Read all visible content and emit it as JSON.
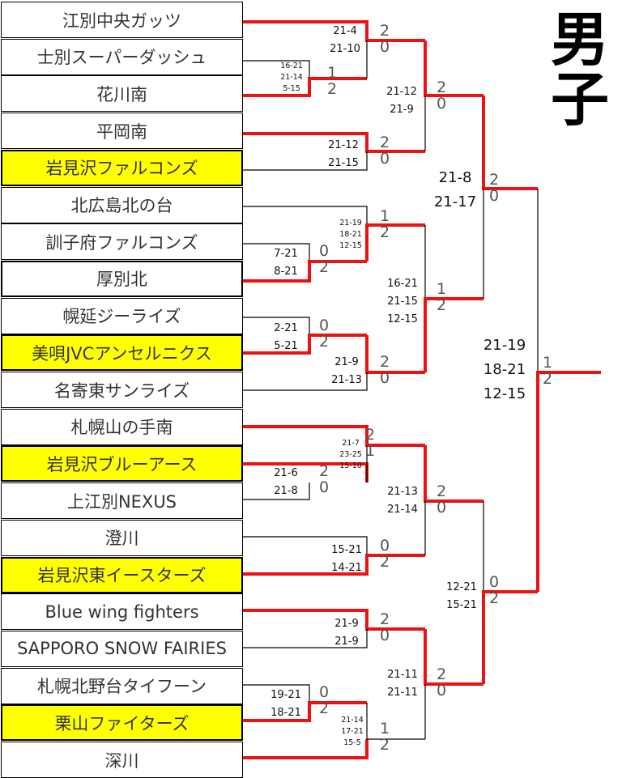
{
  "title": "男子",
  "colors": {
    "highlight": "#ffff00",
    "winner_line": "#ee1111",
    "loser_line": "#000000"
  },
  "teams": [
    {
      "name": "江別中央ガッツ",
      "highlight": false
    },
    {
      "name": "士別スーパーダッシュ",
      "highlight": false
    },
    {
      "name": "花川南",
      "highlight": false
    },
    {
      "name": "平岡南",
      "highlight": false
    },
    {
      "name": "岩見沢ファルコンズ",
      "highlight": true
    },
    {
      "name": "北広島北の台",
      "highlight": false
    },
    {
      "name": "訓子府ファルコンズ",
      "highlight": false
    },
    {
      "name": "厚別北",
      "highlight": false
    },
    {
      "name": "幌延ジーライズ",
      "highlight": false
    },
    {
      "name": "美唄JVCアンセルニクス",
      "highlight": true
    },
    {
      "name": "名寄東サンライズ",
      "highlight": false
    },
    {
      "name": "札幌山の手南",
      "highlight": false
    },
    {
      "name": "岩見沢ブルーアース",
      "highlight": true
    },
    {
      "name": "上江別NEXUS",
      "highlight": false
    },
    {
      "name": "澄川",
      "highlight": false
    },
    {
      "name": "岩見沢東イースターズ",
      "highlight": true
    },
    {
      "name": "Blue wing fighters",
      "highlight": false
    },
    {
      "name": "SAPPORO SNOW FAIRIES",
      "highlight": false
    },
    {
      "name": "札幌北野台タイフーン",
      "highlight": false
    },
    {
      "name": "栗山ファイターズ",
      "highlight": true
    },
    {
      "name": "深川",
      "highlight": false
    }
  ],
  "matches": [
    {
      "id": "r1a",
      "sets": [
        "16-21",
        "21-14",
        "5-15"
      ],
      "wins": [
        "1",
        "2"
      ]
    },
    {
      "id": "r1b",
      "sets": [
        "7-21",
        "8-21"
      ],
      "wins": [
        "0",
        "2"
      ]
    },
    {
      "id": "r1c",
      "sets": [
        "2-21",
        "5-21"
      ],
      "wins": [
        "0",
        "2"
      ]
    },
    {
      "id": "r1d",
      "sets": [
        "21-6",
        "21-8"
      ],
      "wins": [
        "2",
        "0"
      ]
    },
    {
      "id": "r1e",
      "sets": [
        "19-21",
        "18-21"
      ],
      "wins": [
        "0",
        "2"
      ]
    },
    {
      "id": "r2a",
      "sets": [
        "21-4",
        "21-10"
      ],
      "wins": [
        "2",
        "0"
      ]
    },
    {
      "id": "r2b",
      "sets": [
        "21-12",
        "21-15"
      ],
      "wins": [
        "2",
        "0"
      ]
    },
    {
      "id": "r2c",
      "sets": [
        "21-19",
        "18-21",
        "12-15"
      ],
      "wins": [
        "1",
        "2"
      ]
    },
    {
      "id": "r2d",
      "sets": [
        "21-9",
        "21-13"
      ],
      "wins": [
        "2",
        "0"
      ]
    },
    {
      "id": "r2e",
      "sets": [
        "21-7",
        "23-25",
        "15-10"
      ],
      "wins": [
        "2",
        "1"
      ]
    },
    {
      "id": "r2f",
      "sets": [
        "15-21",
        "14-21"
      ],
      "wins": [
        "0",
        "2"
      ]
    },
    {
      "id": "r2g",
      "sets": [
        "21-9",
        "21-9"
      ],
      "wins": [
        "2",
        "0"
      ]
    },
    {
      "id": "r2h",
      "sets": [
        "21-14",
        "17-21",
        "15-5"
      ],
      "wins": [
        "1",
        "2"
      ]
    },
    {
      "id": "r3a",
      "sets": [
        "21-12",
        "21-9"
      ],
      "wins": [
        "2",
        "0"
      ]
    },
    {
      "id": "r3b",
      "sets": [
        "16-21",
        "21-15",
        "12-15"
      ],
      "wins": [
        "1",
        "2"
      ]
    },
    {
      "id": "r3c",
      "sets": [
        "21-13",
        "21-14"
      ],
      "wins": [
        "2",
        "0"
      ]
    },
    {
      "id": "r3d",
      "sets": [
        "21-11",
        "21-11"
      ],
      "wins": [
        "2",
        "0"
      ]
    },
    {
      "id": "sfa",
      "sets": [
        "21-8",
        "21-17"
      ],
      "wins": [
        "2",
        "0"
      ]
    },
    {
      "id": "sfb",
      "sets": [
        "12-21",
        "15-21"
      ],
      "wins": [
        "0",
        "2"
      ]
    },
    {
      "id": "final",
      "sets": [
        "21-19",
        "18-21",
        "12-15"
      ],
      "wins": [
        "1",
        "2"
      ]
    }
  ]
}
